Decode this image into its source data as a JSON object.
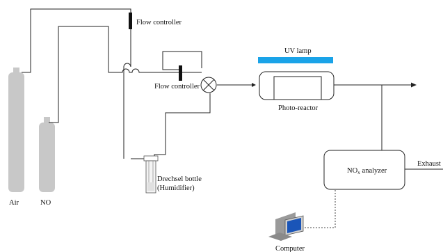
{
  "labels": {
    "air": "Air",
    "no": "NO",
    "flow_controller_top": "Flow controller",
    "flow_controller_mid": "Flow controller",
    "uv_lamp": "UV lamp",
    "photo_reactor": "Photo-reactor",
    "drechsel_line1": "Drechsel bottle",
    "drechsel_line2": "(Humidifier)",
    "nox_main": "NO",
    "nox_sub": "x",
    "nox_rest": " analyzer",
    "exhaust": "Exhaust",
    "computer": "Computer"
  },
  "colors": {
    "line": "#222222",
    "cylinder": "#c8c8c8",
    "uv_lamp": "#1aa3e8",
    "controller": "#111111",
    "monitor_screen": "#1a55b8"
  }
}
